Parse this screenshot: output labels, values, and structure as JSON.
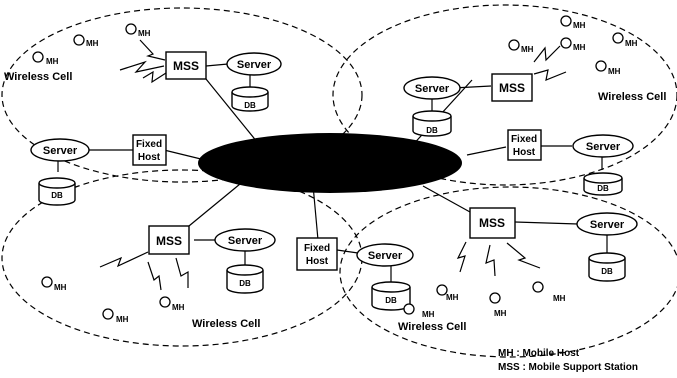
{
  "labels": {
    "mh": "MH",
    "mss": "MSS",
    "server": "Server",
    "db": "DB",
    "fixed_host_line1": "Fixed",
    "fixed_host_line2": "Host",
    "wireless_cell": "Wireless Cell",
    "wireless_cell_tr": "Wireless Cell"
  },
  "legend": {
    "line1": "MH : Mobile Host",
    "line2": "MSS : Mobile Support Station"
  },
  "colors": {
    "network": "#000000",
    "stroke": "#000000",
    "background": "#ffffff"
  }
}
